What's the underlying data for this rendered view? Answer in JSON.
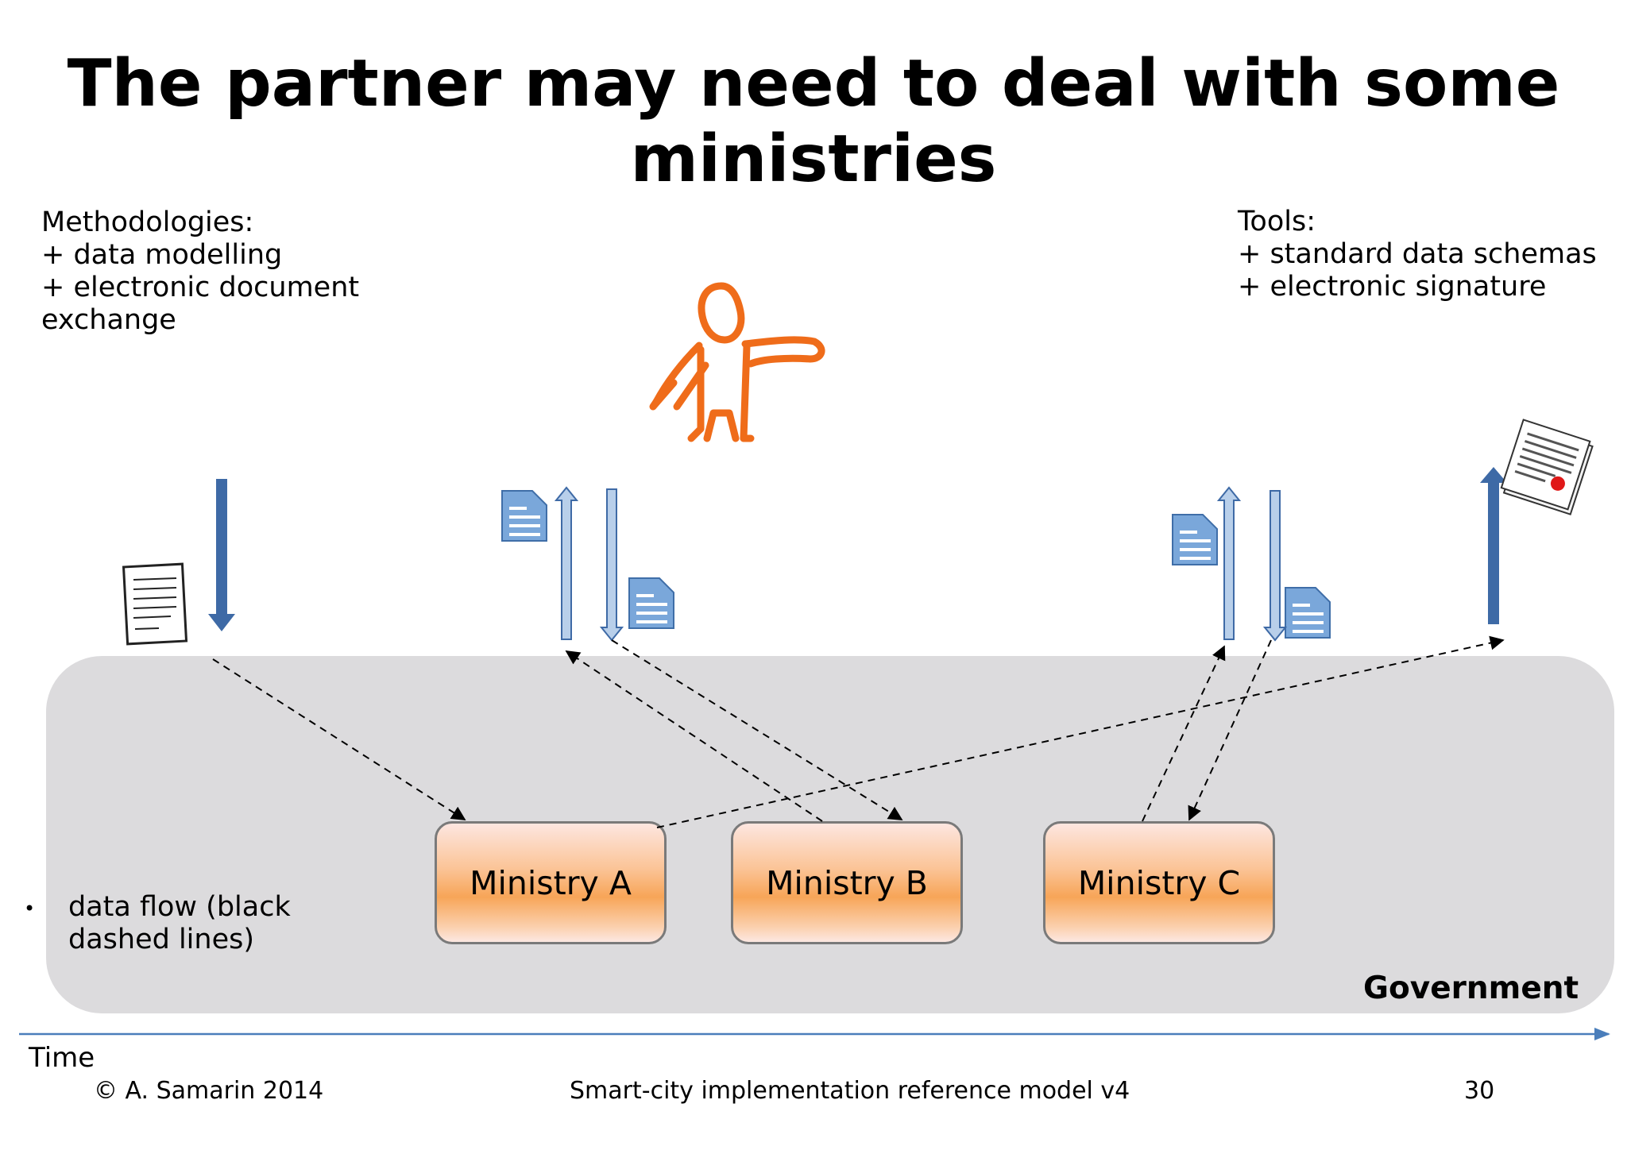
{
  "title": {
    "line1": "The partner may need to deal with some",
    "line2": "ministries"
  },
  "methodologies": {
    "lines": [
      "Methodologies:",
      "+ data modelling",
      "+ electronic document",
      "exchange"
    ]
  },
  "tools": {
    "lines": [
      "Tools:",
      "+ standard data schemas",
      "+ electronic signature"
    ]
  },
  "ministries": [
    "Ministry A",
    "Ministry B",
    "Ministry C"
  ],
  "government_label": "Government",
  "legend_note": {
    "bullet": "•",
    "lines": [
      "data flow (black",
      "dashed lines)"
    ]
  },
  "time_label": "Time",
  "footer": {
    "copyright": "© A. Samarin 2014",
    "center": "Smart-city implementation reference model v4",
    "page": "30"
  },
  "colors": {
    "person": "#ef6c1a",
    "arrow_dark": "#3e6aa6",
    "arrow_light": "#b8cfea",
    "timeline": "#4a7ebb",
    "government_bg": "#dcdbdd"
  },
  "icons": [
    "person-icon",
    "paper-document-icon",
    "blue-document-icon",
    "signed-certificate-icon"
  ]
}
